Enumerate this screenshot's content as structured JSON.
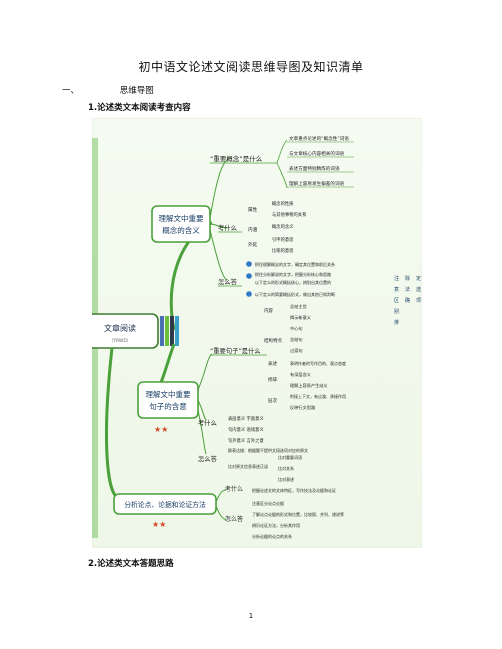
{
  "title": "初中语文论述文阅读思维导图及知识清单",
  "section": {
    "number": "一、",
    "label": "思维导图"
  },
  "sub1": "1.论述类文本阅读考查内容",
  "sub2": "2.论述类文本答题思路",
  "page_number": "1",
  "mindmap": {
    "root": "文章阅读",
    "root_sub": "（YRWD）",
    "side_note": "注意区别 排除法确定选项",
    "branches": [
      {
        "label1": "理解文中重要",
        "label2": "概念的含义",
        "groups": [
          {
            "label": "“重要概念”是什么",
            "items": [
              "文章重点论述的“概念性”词语",
              "与文章核心内容相关的词语",
              "表述方面特别精炼的词语",
              "理解上容易发生偏差的词语"
            ]
          },
          {
            "label": "考什么",
            "subs": [
              {
                "label": "属性",
                "items": [
                  "概念的性质",
                  "与其他事物的关系"
                ]
              },
              {
                "label": "内涵",
                "items": [
                  "概念的含义"
                ]
              },
              {
                "label": "外延",
                "items": [
                  "引申的意思",
                  "比喻的意思"
                ]
              }
            ]
          },
          {
            "label": "怎么答",
            "items": [
              "抓住理解概念的文字，确定其位置和前后关系",
              "抓住分析解说的文字，把握分析核心和思路",
              "以下定义的形式概括核心，辨别出其位置的",
              "以下定义的简要概括形式，做出其他已知判断"
            ]
          }
        ]
      },
      {
        "label1": "理解文中重要",
        "label2": "句子的含意",
        "groups": [
          {
            "label": "“重要句子”是什么",
            "subs": [
              {
                "label": "内容",
                "items": [
                  "总结主旨",
                  "揭示新意义"
                ]
              },
              {
                "label": "结构特点",
                "items": [
                  "中心句",
                  "总结句",
                  "过渡句"
                ]
              },
              {
                "label": "表述",
                "items": [
                  "表明作者的写作目的、观点态度"
                ]
              },
              {
                "label": "修辞",
                "items": [
                  "有深层含义",
                  "理解上容易产生歧义"
                ]
              },
              {
                "label": "层次",
                "items": [
                  "衔接上下文，有过渡、承接作用",
                  "反映行文思路"
                ]
              }
            ]
          },
          {
            "label": "考什么",
            "items": [
              "表层意义  字面意义",
              "句内意义  语境意义",
              "句外意义  言外之意"
            ]
          },
          {
            "label": "怎么答",
            "items": [
              "换表达描：根据题干提供文段选项对应的原文",
              "比对原文信息表述正误",
              "比对重要词语",
              "比对关系",
              "比对表述"
            ]
          }
        ]
      },
      {
        "label1": "分析论点、论据和论证方法",
        "groups": [
          {
            "label": "考什么",
            "items": [
              "把握论述文的文体特征，写作技法及论据和论证"
            ]
          },
          {
            "label": "怎么答",
            "items": [
              "注意区分论点论据",
              "了解论点论据的形式和位置，比较照、并列、递进等",
              "辨识论证方法，分析其作用",
              "分析论据的论点的关系"
            ]
          }
        ]
      }
    ]
  }
}
